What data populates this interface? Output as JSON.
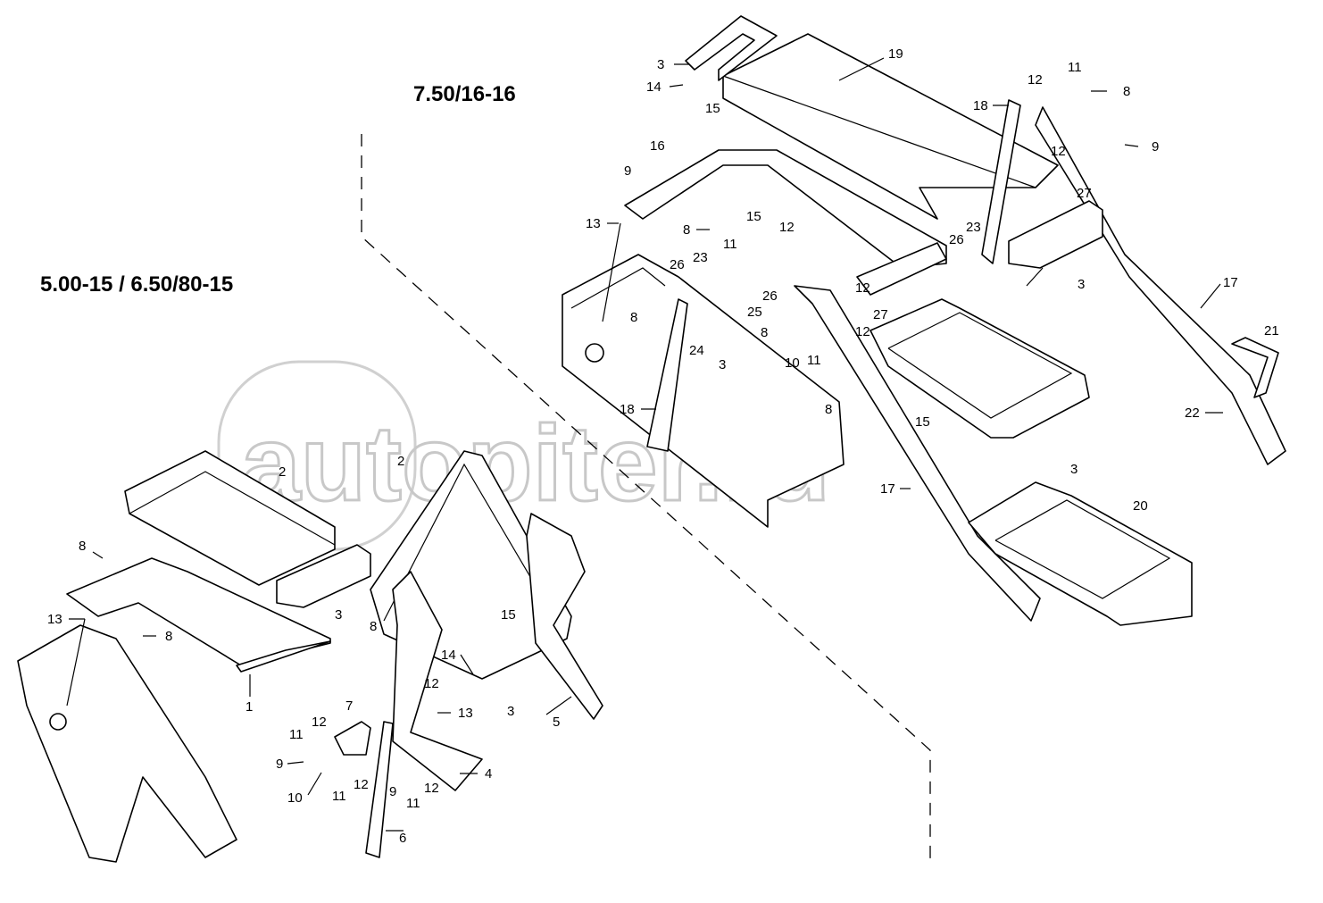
{
  "diagram": {
    "headings": {
      "variant_large": "7.50/16-16",
      "variant_small": "5.00-15  /  6.50/80-15"
    },
    "watermark": "autopiter.ru",
    "callouts": [
      "3",
      "14",
      "15",
      "19",
      "18",
      "12",
      "11",
      "8",
      "12",
      "9",
      "27",
      "16",
      "9",
      "15",
      "13",
      "8",
      "23",
      "26",
      "12",
      "11",
      "26",
      "23",
      "3",
      "17",
      "26",
      "12",
      "27",
      "25",
      "8",
      "8",
      "12",
      "24",
      "3",
      "10",
      "11",
      "21",
      "15",
      "18",
      "8",
      "22",
      "17",
      "3",
      "20",
      "2",
      "2",
      "8",
      "3",
      "8",
      "13",
      "8",
      "15",
      "14",
      "1",
      "3",
      "5",
      "7",
      "12",
      "11",
      "12",
      "13",
      "9",
      "10",
      "11",
      "12",
      "4",
      "9",
      "11",
      "12",
      "6"
    ]
  }
}
